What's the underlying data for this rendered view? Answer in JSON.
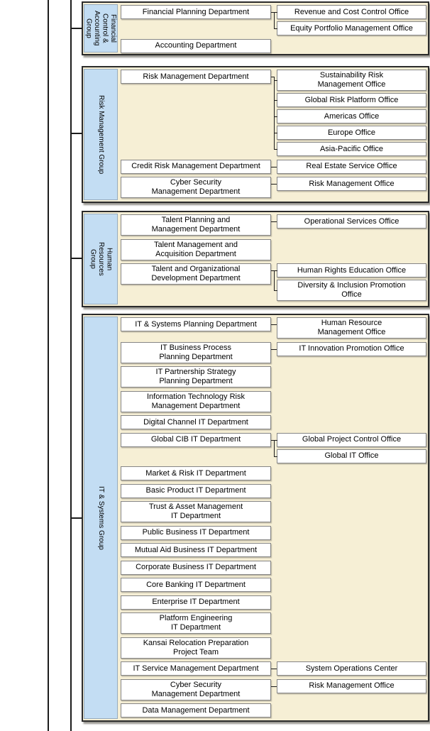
{
  "colors": {
    "page_bg": "#FFFFFF",
    "group_bg": "#F6EFD5",
    "group_border": "#2B2B2B",
    "label_bg": "#C3DDF3",
    "label_border": "#97ABBD",
    "node_bg": "#FFFFFF",
    "node_border": "#858585",
    "line": "#1C1C1C",
    "text": "#000000"
  },
  "groups": [
    {
      "id": "financial-control-accounting",
      "label": "Financial\nControl &\nAccounting\nGroup",
      "units": [
        {
          "dept": "Financial Planning Department",
          "offices": [
            "Revenue and Cost Control Office",
            "Equity Portfolio Management Office"
          ]
        },
        {
          "dept": "Accounting Department",
          "offices": []
        }
      ]
    },
    {
      "id": "risk-management",
      "label": "Risk Management Group",
      "units": [
        {
          "dept": "Risk Management Department",
          "offices": [
            "Sustainability Risk\nManagement Office",
            "Global Risk Platform Office",
            "Americas Office",
            "Europe Office",
            "Asia-Pacific Office"
          ]
        },
        {
          "dept": "Credit Risk Management Department",
          "offices": [
            "Real Estate Service Office"
          ]
        },
        {
          "dept": "Cyber Security\nManagement Department",
          "offices": [
            "Risk Management Office"
          ]
        }
      ]
    },
    {
      "id": "human-resources",
      "label": "Human\nResources\nGroup",
      "units": [
        {
          "dept": "Talent Planning and\nManagement Department",
          "offices": [
            "Operational Services Office"
          ]
        },
        {
          "dept": "Talent Management and\nAcquisition Department",
          "offices": []
        },
        {
          "dept": "Talent and Organizational\nDevelopment Department",
          "offices": [
            "Human Rights Education Office",
            "Diversity & Inclusion Promotion\nOffice"
          ]
        }
      ]
    },
    {
      "id": "it-systems",
      "label": "IT & Systems Group",
      "units": [
        {
          "dept": "IT & Systems Planning Department",
          "offices": [
            "Human Resource\nManagement Office"
          ]
        },
        {
          "dept": "IT Business Process\nPlanning Department",
          "offices": [
            "IT Innovation Promotion Office"
          ]
        },
        {
          "dept": "IT Partnership Strategy\nPlanning Department",
          "offices": []
        },
        {
          "dept": "Information Technology Risk\nManagement Department",
          "offices": []
        },
        {
          "dept": "Digital Channel IT Department",
          "offices": []
        },
        {
          "dept": "Global CIB IT Department",
          "offices": [
            "Global Project Control Office",
            "Global IT Office"
          ]
        },
        {
          "dept": "Market & Risk IT Department",
          "offices": []
        },
        {
          "dept": "Basic Product IT Department",
          "offices": []
        },
        {
          "dept": "Trust & Asset Management\nIT Department",
          "offices": []
        },
        {
          "dept": "Public Business IT Department",
          "offices": []
        },
        {
          "dept": "Mutual Aid Business IT Department",
          "offices": []
        },
        {
          "dept": "Corporate Business IT Department",
          "offices": []
        },
        {
          "dept": "Core Banking IT Department",
          "offices": []
        },
        {
          "dept": "Enterprise IT Department",
          "offices": []
        },
        {
          "dept": "Platform Engineering\nIT Department",
          "offices": []
        },
        {
          "dept": "Kansai Relocation Preparation\nProject Team",
          "offices": []
        },
        {
          "dept": "IT Service Management Department",
          "offices": [
            "System Operations Center"
          ]
        },
        {
          "dept": "Cyber Security\nManagement Department",
          "offices": [
            "Risk Management Office"
          ]
        },
        {
          "dept": "Data Management Department",
          "offices": []
        }
      ]
    }
  ]
}
